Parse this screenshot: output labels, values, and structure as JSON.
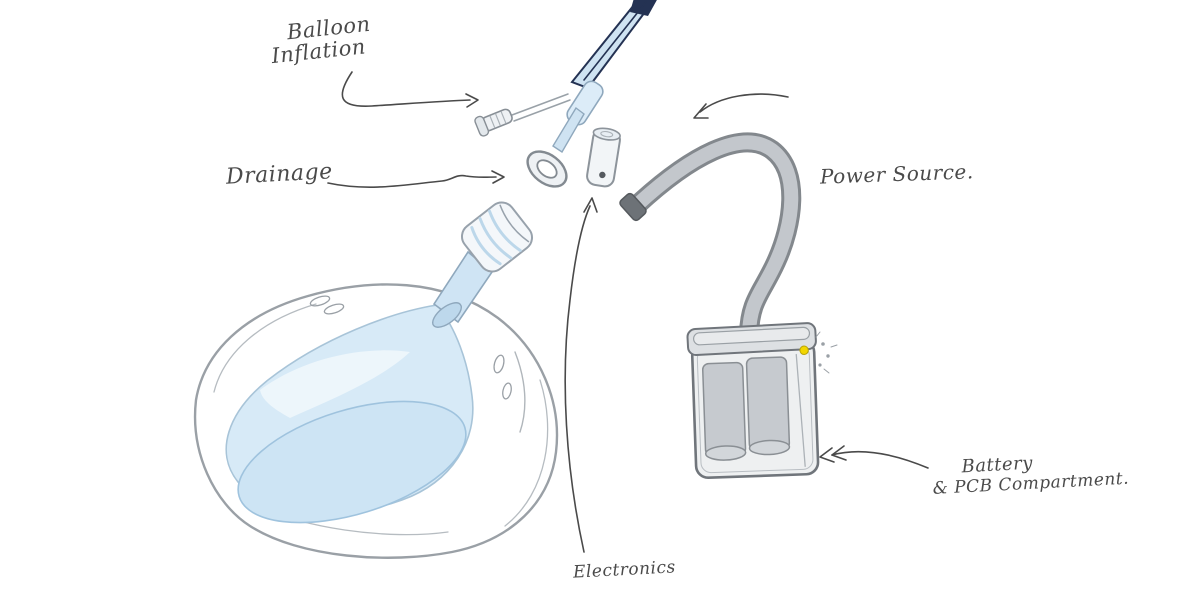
{
  "sketch": {
    "kind": "hand-drawn product concept sketch",
    "parts": [
      "catheter-shaft",
      "balloon-inflation-port",
      "drainage-port",
      "distal-hub-cylinder",
      "dome-funnel",
      "ribbed-cap-neck",
      "power-cable-gooseneck",
      "battery-box",
      "battery-cells",
      "led-indicator"
    ]
  },
  "labels": {
    "balloon_line1": "Balloon",
    "balloon_line2": "Inflation",
    "drainage": "Drainage",
    "power_source": "Power Source.",
    "electronics": "Electronics",
    "battery_line1": "Battery",
    "battery_line2": "& PCB Compartment."
  },
  "colors": {
    "ink": "#4a4a4a",
    "sketch_gray": "#9aa0a6",
    "outline_gray": "#70757b",
    "fill_gray": "#c6cacf",
    "light_blue": "#d7eaf7",
    "mid_blue": "#cfe3f2",
    "navy": "#243253",
    "led_yellow": "#f2d600"
  }
}
